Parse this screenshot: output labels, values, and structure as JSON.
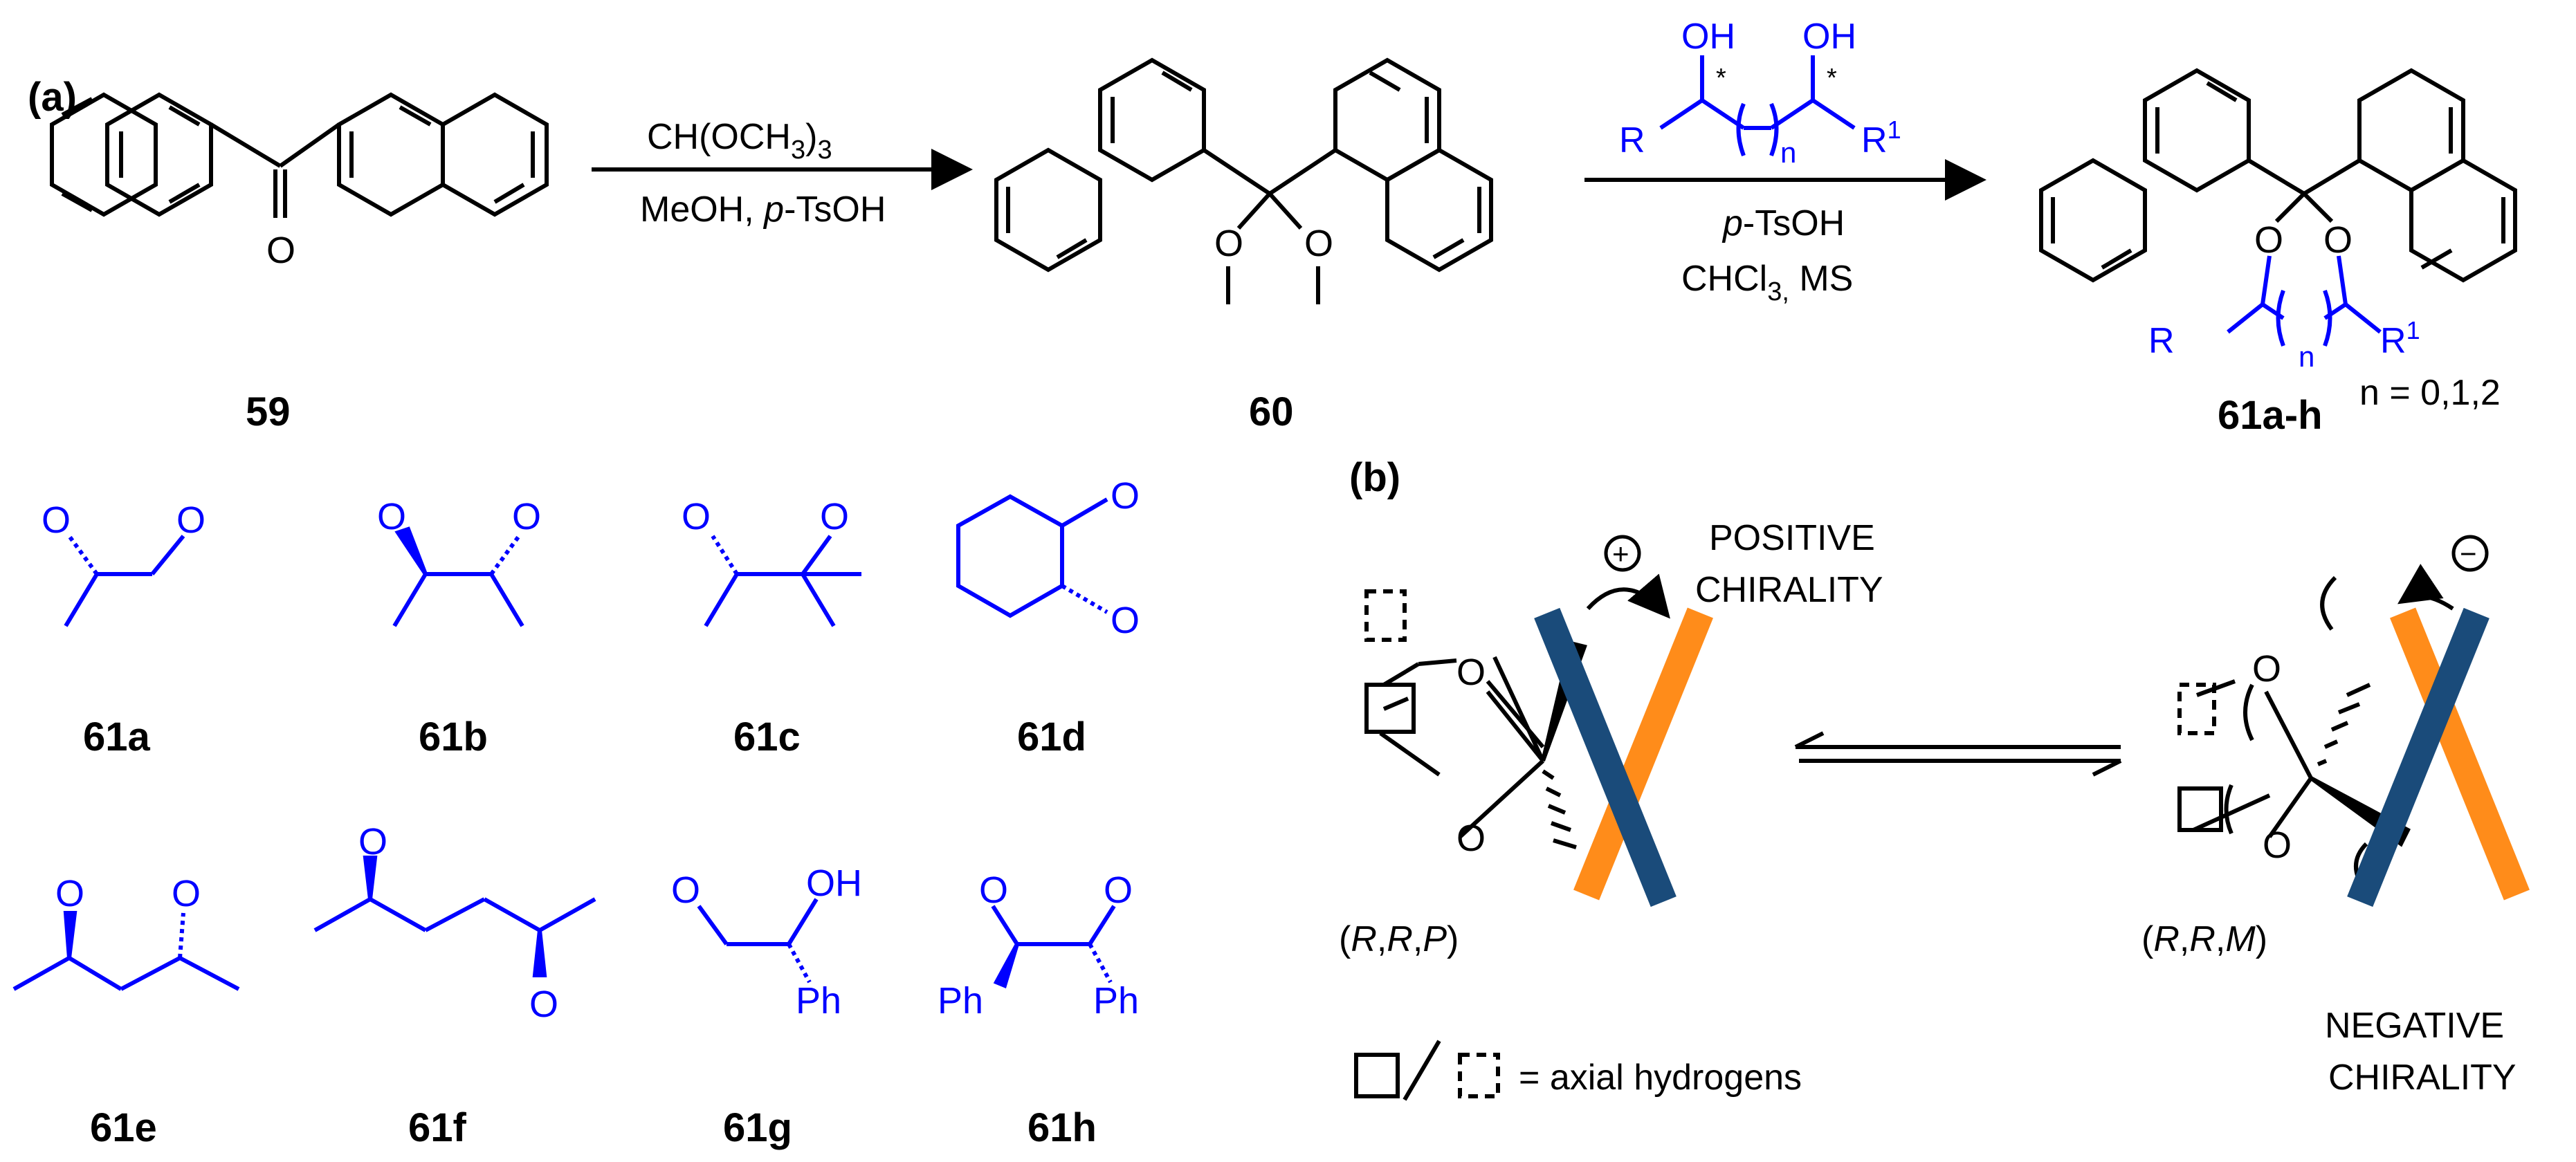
{
  "panel_a": {
    "label": "(a)",
    "step1": {
      "reagent_top_main": "CH(OCH",
      "reagent_top_sub": "3",
      "reagent_top_close": ")",
      "reagent_top_sub2": "3",
      "reagent_bottom_pre": "MeOH, ",
      "reagent_bottom_italic": "p",
      "reagent_bottom_post": "-TsOH"
    },
    "step2": {
      "diol_oh_left": "OH",
      "diol_oh_right": "OH",
      "diol_r": "R",
      "diol_r1": "R",
      "diol_r1_sup": "1",
      "diol_n": "n",
      "stereo_star": "*",
      "reagent_line1_italic": "p",
      "reagent_line1_post": "-TsOH",
      "reagent_line2_pre": "CHCl",
      "reagent_line2_sub": "3,",
      "reagent_line2_post": " MS"
    },
    "compounds": {
      "c59": "59",
      "c60": "60",
      "c61": "61a-h",
      "n_values": "n = 0,1,2",
      "product_r": "R",
      "product_r1": "R",
      "product_r1_sup": "1",
      "product_n": "n"
    },
    "atoms": {
      "O": "O"
    },
    "diols": [
      {
        "id": "61a",
        "label": "61a"
      },
      {
        "id": "61b",
        "label": "61b"
      },
      {
        "id": "61c",
        "label": "61c"
      },
      {
        "id": "61d",
        "label": "61d"
      },
      {
        "id": "61e",
        "label": "61e"
      },
      {
        "id": "61f",
        "label": "61f"
      },
      {
        "id": "61g",
        "label": "61g",
        "oh": "OH",
        "ph": "Ph"
      },
      {
        "id": "61h",
        "label": "61h",
        "ph_left": "Ph",
        "ph_right": "Ph"
      }
    ]
  },
  "panel_b": {
    "label": "(b)",
    "positive_line1": "POSITIVE",
    "positive_line2": "CHIRALITY",
    "negative_line1": "NEGATIVE",
    "negative_line2": "CHIRALITY",
    "plus_sign": "+",
    "minus_sign": "−",
    "left_config_open": "(",
    "left_config_r1": "R",
    "left_config_comma1": ",",
    "left_config_r2": "R",
    "left_config_comma2": ",",
    "left_config_p": "P",
    "left_config_close": ")",
    "right_config_open": "(",
    "right_config_r1": "R",
    "right_config_comma1": ",",
    "right_config_r2": "R",
    "right_config_comma2": ",",
    "right_config_m": "M",
    "right_config_close": ")",
    "legend_text": "= axial hydrogens"
  },
  "colors": {
    "ink": "#000000",
    "blue": "#0000ff",
    "navy": "#1a4b7a",
    "orange": "#ff8c1a"
  }
}
